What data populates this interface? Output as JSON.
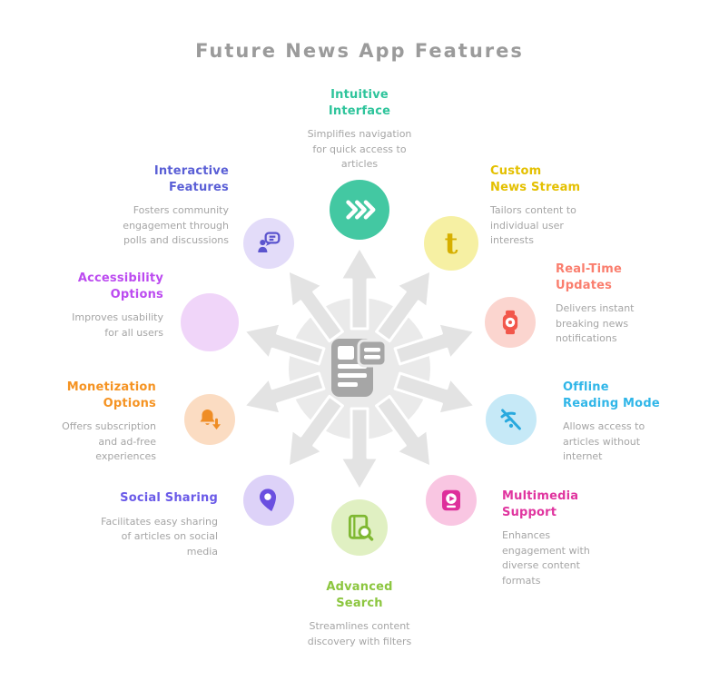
{
  "title": "Future News App Features",
  "hub": {
    "icon": "news-app-icon",
    "circle_color": "#EAEAEA",
    "arrow_color": "#E3E3E3",
    "icon_color": "#A6A6A6",
    "arrow_count": 10
  },
  "text_colors": {
    "main_title": "#9B9B9B",
    "description": "#A5A5A5"
  },
  "features": [
    {
      "id": "intuitive-interface",
      "label": "Intuitive Interface",
      "desc": "Simplifies navigation for quick access to articles",
      "title_color": "#2EC49B",
      "circle_bg": "#43C8A2",
      "icon_color": "#FFFFFF",
      "icon": "fast-forward-icon"
    },
    {
      "id": "custom-news-stream",
      "label": "Custom News Stream",
      "desc": "Tailors content to individual user interests",
      "title_color": "#E4C000",
      "circle_bg": "#F6F0A3",
      "icon_color": "#D6AF00",
      "icon": "tumblr-t-icon",
      "icon_letter": "t"
    },
    {
      "id": "real-time-updates",
      "label": "Real-Time Updates",
      "desc": "Delivers instant breaking news notifications",
      "title_color": "#FA7E6E",
      "circle_bg": "#FBD5CF",
      "icon_color": "#F2574B",
      "icon": "smartwatch-icon"
    },
    {
      "id": "offline-reading-mode",
      "label": "Offline Reading Mode",
      "desc": "Allows access to articles without internet",
      "title_color": "#30B6E8",
      "circle_bg": "#C6E9F7",
      "icon_color": "#28A9DE",
      "icon": "wifi-off-icon"
    },
    {
      "id": "multimedia-support",
      "label": "Multimedia Support",
      "desc": "Enhances engagement with diverse content formats",
      "title_color": "#E0359F",
      "circle_bg": "#F9C6E2",
      "icon_color": "#DE2F9B",
      "icon": "video-file-icon"
    },
    {
      "id": "advanced-search",
      "label": "Advanced Search",
      "desc": "Streamlines content discovery with filters",
      "title_color": "#8CC63F",
      "circle_bg": "#E0F0C2",
      "icon_color": "#7FB832",
      "icon": "book-search-icon"
    },
    {
      "id": "social-sharing",
      "label": "Social Sharing",
      "desc": "Facilitates easy sharing of articles on social media",
      "title_color": "#6A5AE8",
      "circle_bg": "#DDD2F8",
      "icon_color": "#6A4FE0",
      "icon": "map-pin-icon"
    },
    {
      "id": "monetization-options",
      "label": "Monetization Options",
      "desc": "Offers subscription and ad-free experiences",
      "title_color": "#F59322",
      "circle_bg": "#FBDCC2",
      "icon_color": "#EF8D25",
      "icon": "bell-download-icon"
    },
    {
      "id": "accessibility-options",
      "label": "Accessibility Options",
      "desc": "Improves usability for all users",
      "title_color": "#BC4BF0",
      "circle_bg": "#F0D5F9",
      "icon_color": "#BC4BF0",
      "icon": "none"
    },
    {
      "id": "interactive-features",
      "label": "Interactive Features",
      "desc": "Fosters community engagement through polls and discussions",
      "title_color": "#5A5FD6",
      "circle_bg": "#E3DCF9",
      "icon_color": "#5B54CE",
      "icon": "person-chat-icon"
    }
  ]
}
